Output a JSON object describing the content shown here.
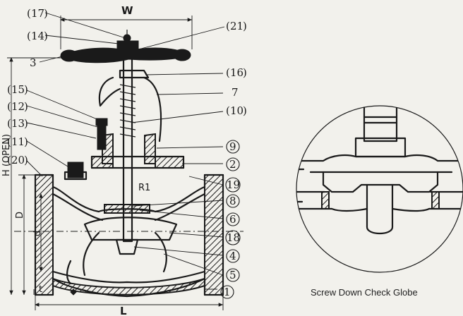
{
  "callouts": {
    "c17": "17",
    "c14": "14",
    "c3": "3",
    "c15": "15",
    "c12": "12",
    "c13": "13",
    "c11": "11",
    "c20": "20",
    "c21": "21",
    "c16": "16",
    "c7": "7",
    "c10": "10",
    "c9": "9",
    "c2": "2",
    "c19": "19",
    "c8": "8",
    "c6": "6",
    "c18": "18",
    "c4": "4",
    "c5": "5",
    "c1": "1"
  },
  "dimensions": {
    "width": "W",
    "height": "H (OPEN)",
    "length": "L",
    "flange_dia": "D",
    "bore": "d",
    "thickness": "t",
    "rise": "R1"
  },
  "caption": "Screw Down Check Globe",
  "colors": {
    "ink": "#1a1a1a",
    "paper": "#f2f1ec"
  }
}
